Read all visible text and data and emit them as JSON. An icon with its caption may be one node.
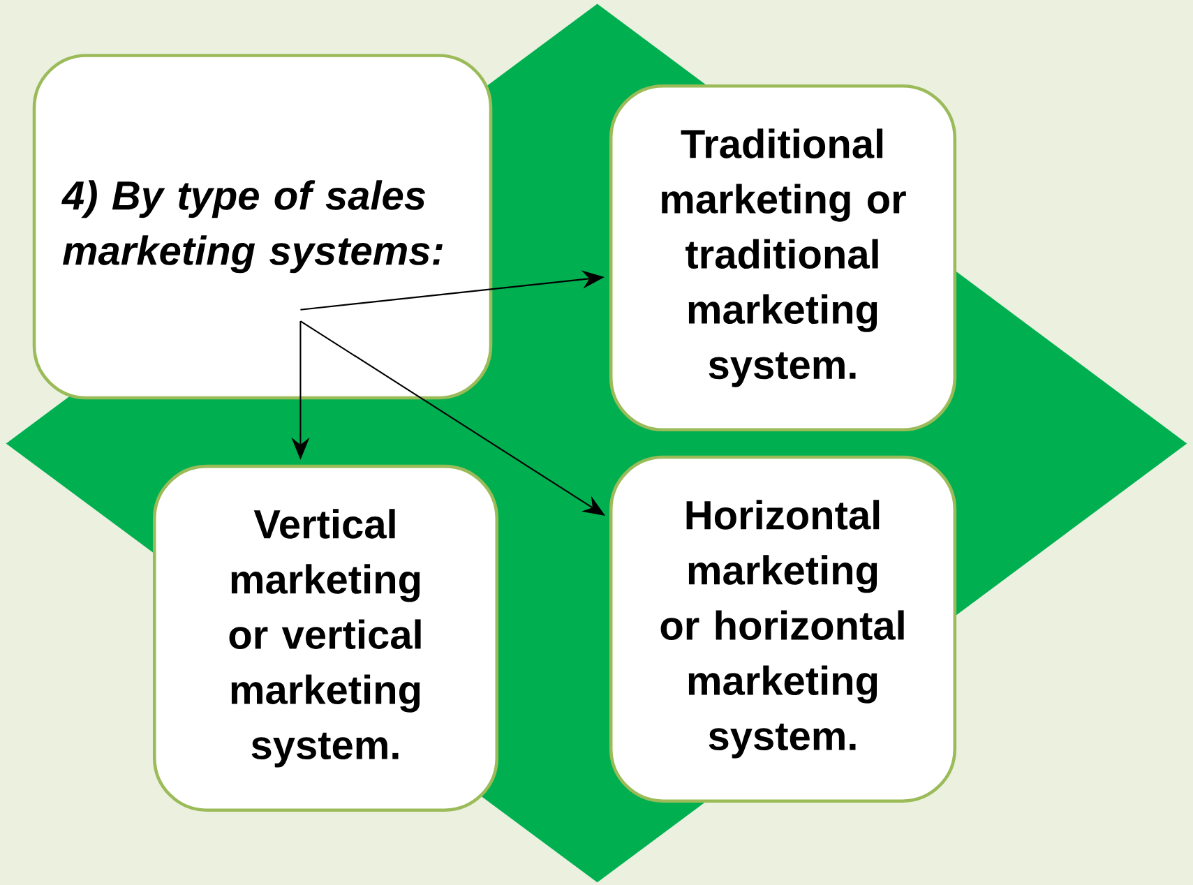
{
  "diagram": {
    "nodes": [
      {
        "text": [
          "4) By type of sales marketing systems:"
        ]
      },
      {
        "text": [
          "Traditional marketing or traditional marketing system."
        ]
      },
      {
        "text": [
          "Vertical marketing or vertical marketing system."
        ]
      },
      {
        "text": [
          "Horizontal marketing or horizontal marketing system."
        ]
      }
    ],
    "edges": [
      {
        "from": 0,
        "to": 1,
        "arrow": "to"
      },
      {
        "from": 0,
        "to": 3,
        "arrow": "to"
      },
      {
        "from": 0,
        "to": 2,
        "arrow": "to"
      }
    ]
  }
}
